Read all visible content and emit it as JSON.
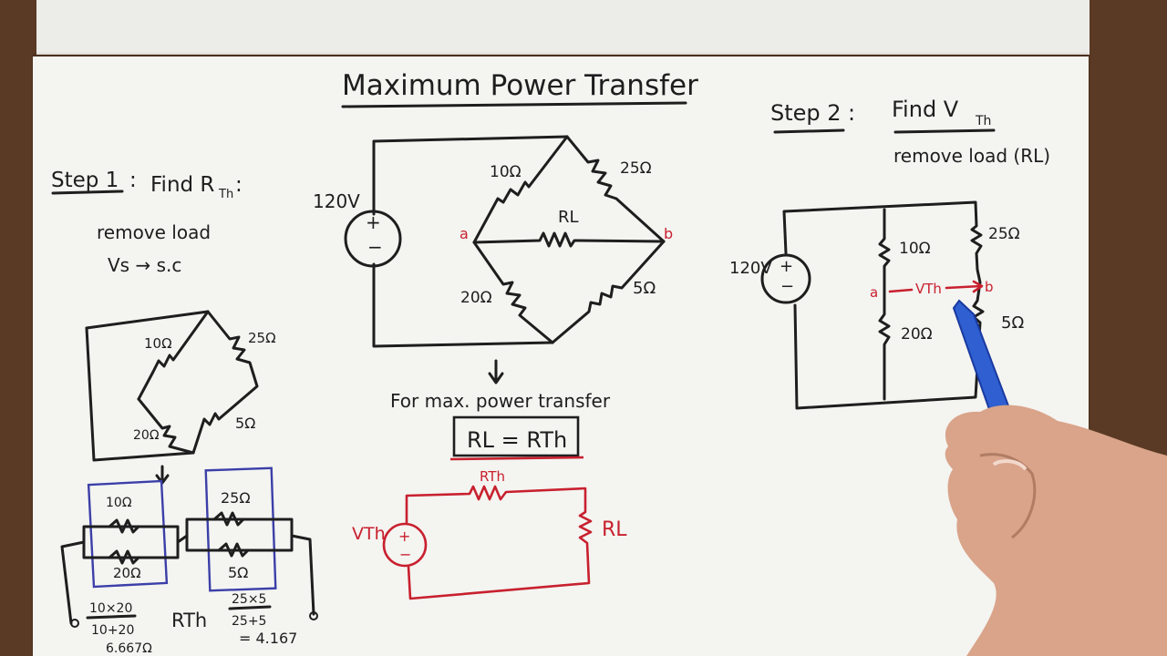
{
  "title": "Maximum Power Transfer",
  "step1": {
    "heading": "Step 1",
    "find": "Find R",
    "find_sub": "Th",
    "line1": "remove load",
    "line2": "Vs → s.c"
  },
  "step2": {
    "heading": "Step 2",
    "find": "Find V",
    "find_sub": "Th",
    "line1": "remove load (RL)"
  },
  "main_circuit": {
    "source": "120V",
    "r1": "10Ω",
    "r2": "25Ω",
    "r3": "20Ω",
    "r4": "5Ω",
    "rl": "RL",
    "node_a": "a",
    "node_b": "b"
  },
  "condition": {
    "text": "For max. power transfer",
    "equation": "RL = RTh"
  },
  "thevenin_circuit": {
    "source": "VTh",
    "rth": "RTh",
    "rl": "RL"
  },
  "step1_sketch": {
    "r1": "10Ω",
    "r2": "25Ω",
    "r3": "20Ω",
    "r4": "5Ω",
    "box1_top": "10Ω",
    "box1_bot": "20Ω",
    "box2_top": "25Ω",
    "box2_bot": "5Ω",
    "calc1_num": "10×20",
    "calc1_den": "10+20",
    "calc1_res": "6.667Ω",
    "rth_label": "RTh",
    "calc2_num": "25×5",
    "calc2_den": "25+5",
    "calc2_res": "= 4.167"
  },
  "step2_circuit": {
    "source": "120V",
    "r1": "10Ω",
    "r2": "25Ω",
    "r3": "20Ω",
    "r4": "5Ω",
    "node_a": "a",
    "node_b": "b",
    "vth": "VTh"
  }
}
